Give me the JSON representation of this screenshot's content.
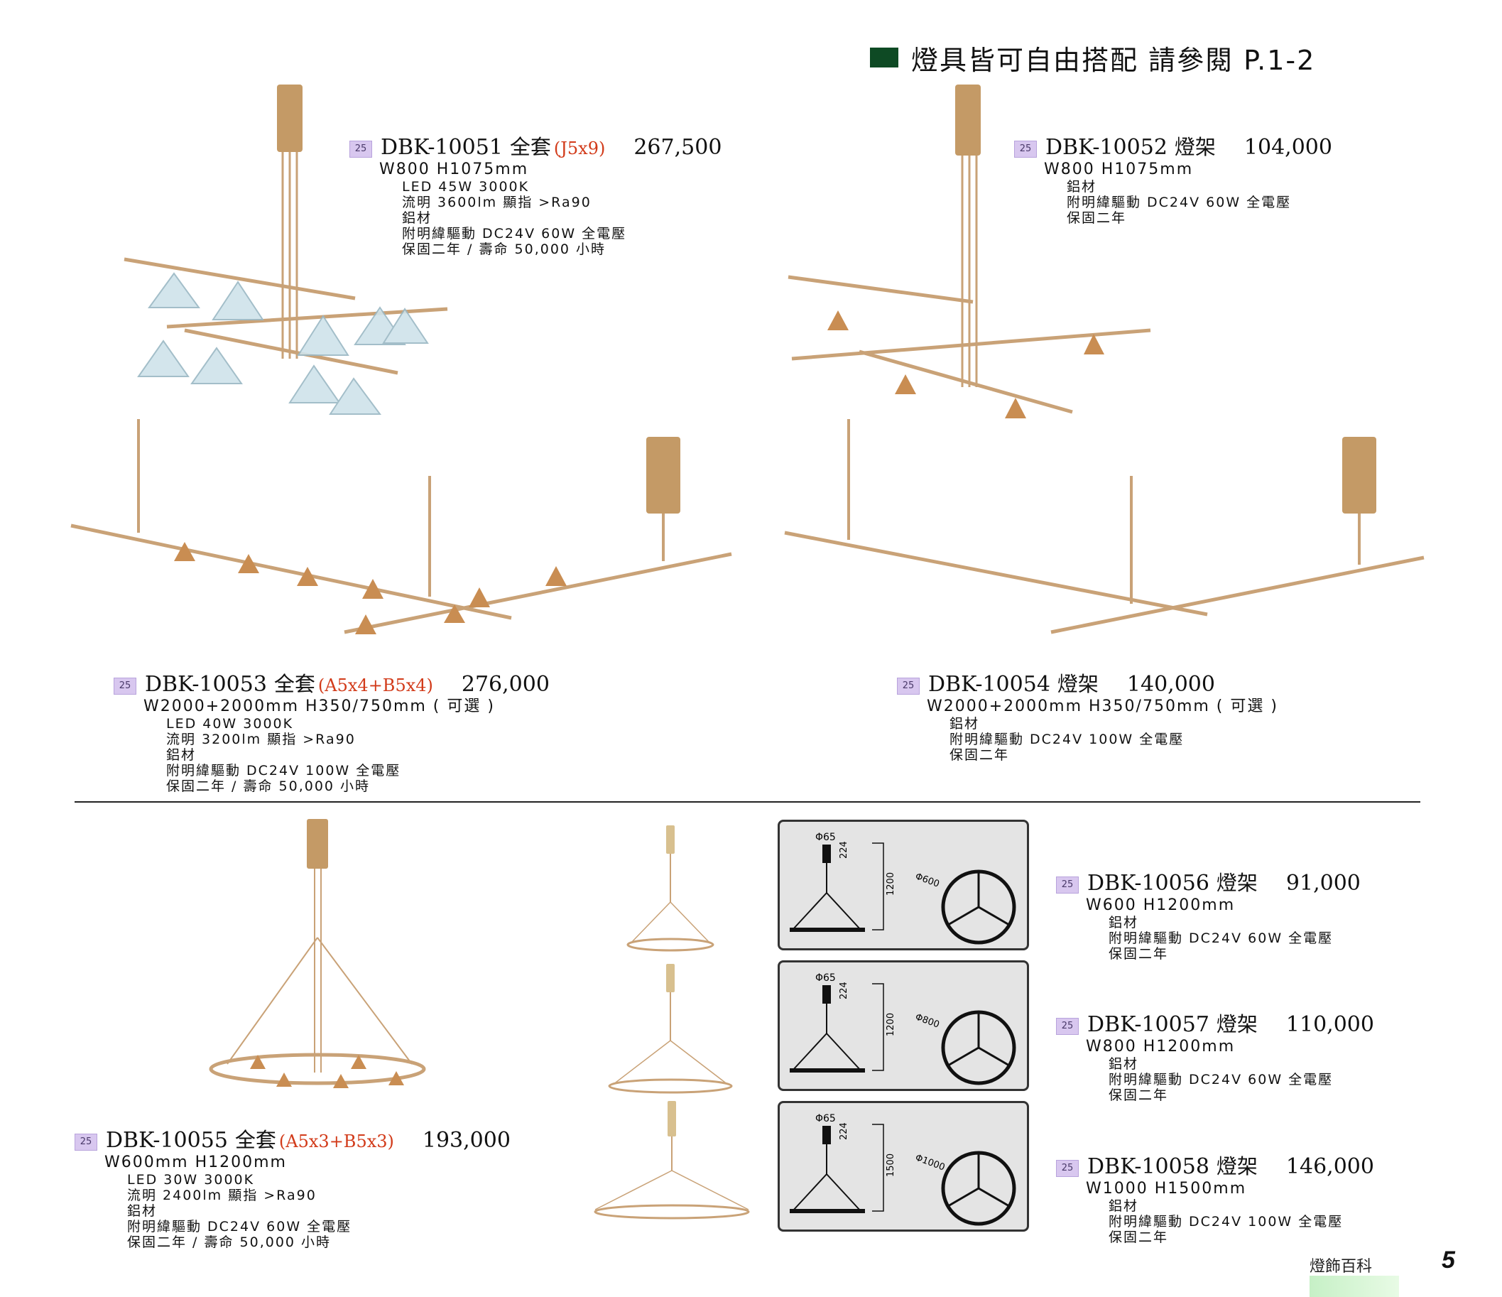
{
  "header": {
    "text": "燈具皆可自由搭配 請參閱 P.1-2"
  },
  "products": [
    {
      "badge": "25",
      "model": "DBK-10051",
      "kind": "全套",
      "combo": "(J5x9)",
      "price": "267,500",
      "size": "W800 H1075mm",
      "specs": [
        "LED 45W 3000K",
        "流明 3600lm 顯指 >Ra90",
        "鋁材",
        "附明緯驅動 DC24V 60W 全電壓",
        "保固二年 / 壽命 50,000 小時"
      ]
    },
    {
      "badge": "25",
      "model": "DBK-10052",
      "kind": "燈架",
      "combo": "",
      "price": "104,000",
      "size": "W800 H1075mm",
      "specs": [
        "鋁材",
        "附明緯驅動 DC24V 60W 全電壓",
        "保固二年"
      ]
    },
    {
      "badge": "25",
      "model": "DBK-10053",
      "kind": "全套",
      "combo": "(A5x4+B5x4)",
      "price": "276,000",
      "size": "W2000+2000mm H350/750mm ( 可選 )",
      "specs": [
        "LED 40W 3000K",
        "流明 3200lm 顯指 >Ra90",
        "鋁材",
        "附明緯驅動 DC24V 100W 全電壓",
        "保固二年 / 壽命 50,000 小時"
      ]
    },
    {
      "badge": "25",
      "model": "DBK-10054",
      "kind": "燈架",
      "combo": "",
      "price": "140,000",
      "size": "W2000+2000mm H350/750mm ( 可選 )",
      "specs": [
        "鋁材",
        "附明緯驅動 DC24V 100W 全電壓",
        "保固二年"
      ]
    },
    {
      "badge": "25",
      "model": "DBK-10055",
      "kind": "全套",
      "combo": "(A5x3+B5x3)",
      "price": "193,000",
      "size": "W600mm H1200mm",
      "specs": [
        "LED 30W 3000K",
        "流明 2400lm 顯指 >Ra90",
        "鋁材",
        "附明緯驅動 DC24V 60W 全電壓",
        "保固二年 / 壽命 50,000 小時"
      ]
    },
    {
      "badge": "25",
      "model": "DBK-10056",
      "kind": "燈架",
      "combo": "",
      "price": "91,000",
      "size": "W600 H1200mm",
      "specs": [
        "鋁材",
        "附明緯驅動 DC24V 60W 全電壓",
        "保固二年"
      ]
    },
    {
      "badge": "25",
      "model": "DBK-10057",
      "kind": "燈架",
      "combo": "",
      "price": "110,000",
      "size": "W800 H1200mm",
      "specs": [
        "鋁材",
        "附明緯驅動 DC24V 60W 全電壓",
        "保固二年"
      ]
    },
    {
      "badge": "25",
      "model": "DBK-10058",
      "kind": "燈架",
      "combo": "",
      "price": "146,000",
      "size": "W1000 H1500mm",
      "specs": [
        "鋁材",
        "附明緯驅動 DC24V 100W 全電壓",
        "保固二年"
      ]
    }
  ],
  "diagrams": [
    {
      "canopy": "Φ65",
      "stem": "224",
      "height": "1200",
      "ring": "Φ600"
    },
    {
      "canopy": "Φ65",
      "stem": "224",
      "height": "1200",
      "ring": "Φ800"
    },
    {
      "canopy": "Φ65",
      "stem": "224",
      "height": "1500",
      "ring": "Φ1000"
    }
  ],
  "footer": {
    "label": "燈飾百科",
    "page": "5"
  },
  "colors": {
    "header_square": "#0e4a24",
    "combo_red": "#d23b1a",
    "badge": "#d8c7ef",
    "brass": "#c9a277"
  }
}
